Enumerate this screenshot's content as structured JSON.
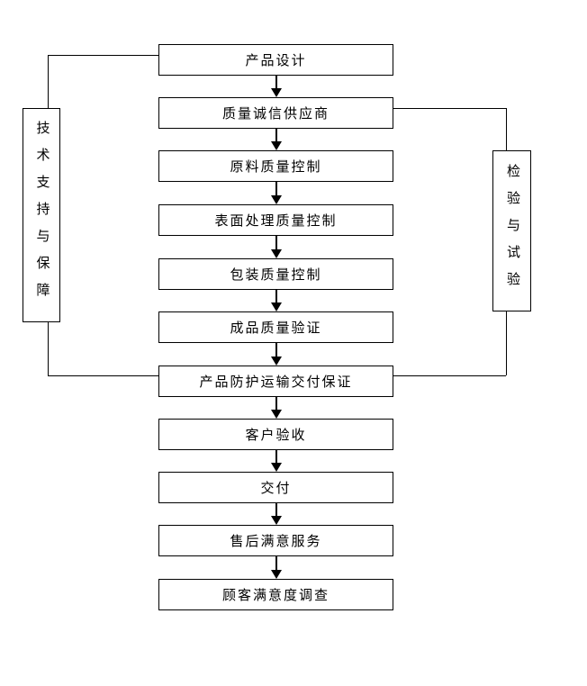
{
  "diagram": {
    "type": "flowchart",
    "main_flow": [
      "产品设计",
      "质量诚信供应商",
      "原料质量控制",
      "表面处理质量控制",
      "包装质量控制",
      "成品质量验证",
      "产品防护运输交付保证",
      "客户验收",
      "交付",
      "售后满意服务",
      "顾客满意度调查"
    ],
    "side_boxes": {
      "left": "技术支持与保障",
      "right": "检验与试验"
    },
    "colors": {
      "line": "#000000",
      "background": "#ffffff",
      "box_fill": "#ffffff",
      "text": "#000000"
    }
  }
}
